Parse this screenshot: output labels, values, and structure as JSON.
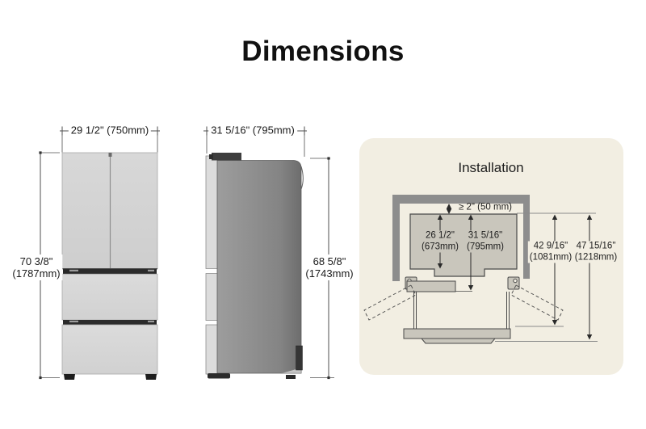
{
  "page": {
    "title": "Dimensions"
  },
  "front_view": {
    "width_label": "29 1/2\" (750mm)",
    "height_in": "70 3/8\"",
    "height_mm": "(1787mm)"
  },
  "side_view": {
    "depth_label": "31 5/16\" (795mm)",
    "height_in": "68 5/8\"",
    "height_mm": "(1743mm)"
  },
  "installation": {
    "title": "Installation",
    "top_clearance": "≥ 2\" (50 mm)",
    "depth_cabinet": {
      "in": "26 1/2\"",
      "mm": "(673mm)"
    },
    "depth_with_door": {
      "in": "31 5/16\"",
      "mm": "(795mm)"
    },
    "depth_door_open": {
      "in": "42 9/16\"",
      "mm": "(1081mm)"
    },
    "depth_door_full": {
      "in": "47 15/16\"",
      "mm": "(1218mm)"
    }
  },
  "colors": {
    "panel_bg": "#f2eee2",
    "wall_gray": "#8d8d8d",
    "topview_fill": "#c9c6bc",
    "line": "#4a4a4a",
    "door_front": "#d3d3d3",
    "side_body": "#8a8a8a",
    "handle_bar": "#2b2b2b"
  }
}
